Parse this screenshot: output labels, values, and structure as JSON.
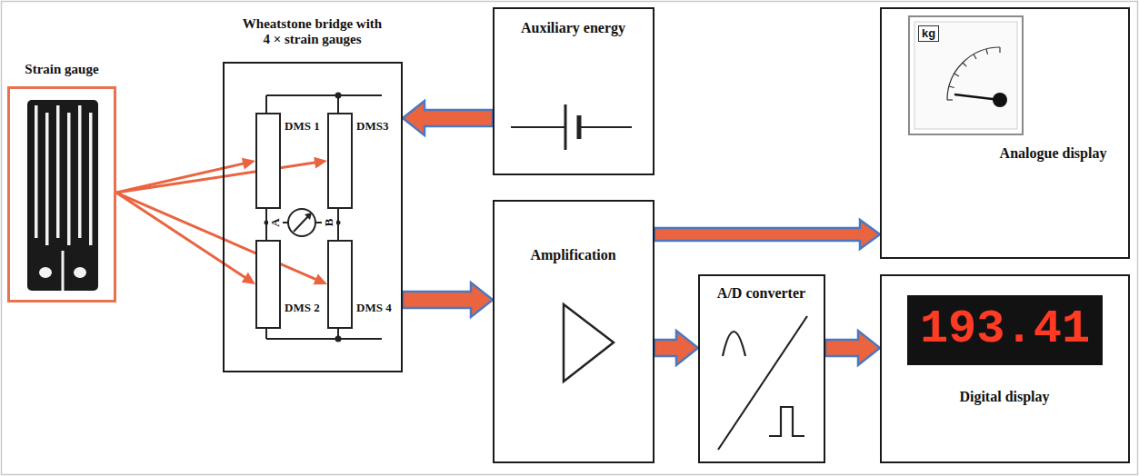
{
  "diagram": {
    "nodes": [
      {
        "text": [
          "Strain gauge"
        ]
      },
      {
        "text": [
          "Wheatstone bridge with 4 × strain gauges"
        ]
      },
      {
        "text": [
          "DMS 1"
        ],
        "in": 1
      },
      {
        "text": [
          "DMS3"
        ],
        "in": 1
      },
      {
        "text": [
          "DMS 2"
        ],
        "in": 1
      },
      {
        "text": [
          "DMS 4"
        ],
        "in": 1
      },
      {
        "text": [
          "Auxiliary energy"
        ]
      },
      {
        "text": [
          "Analogue display"
        ]
      },
      {
        "text": [
          "Amplification"
        ]
      },
      {
        "text": [
          "A/D converter"
        ]
      },
      {
        "text": [
          "Digital display"
        ]
      }
    ],
    "edges": [
      {
        "from": 0,
        "to": 2,
        "arrow": "to"
      },
      {
        "from": 0,
        "to": 3,
        "arrow": "to"
      },
      {
        "from": 0,
        "to": 4,
        "arrow": "to"
      },
      {
        "from": 0,
        "to": 5,
        "arrow": "to"
      },
      {
        "from": 6,
        "to": 1,
        "arrow": "to"
      },
      {
        "from": 1,
        "to": 8,
        "arrow": "to"
      },
      {
        "from": 8,
        "to": 7,
        "arrow": "to"
      },
      {
        "from": 8,
        "to": 9,
        "arrow": "to"
      },
      {
        "from": 9,
        "to": 10,
        "arrow": "to"
      }
    ],
    "labels": [
      "A",
      "B",
      "kg",
      "193.41"
    ]
  }
}
